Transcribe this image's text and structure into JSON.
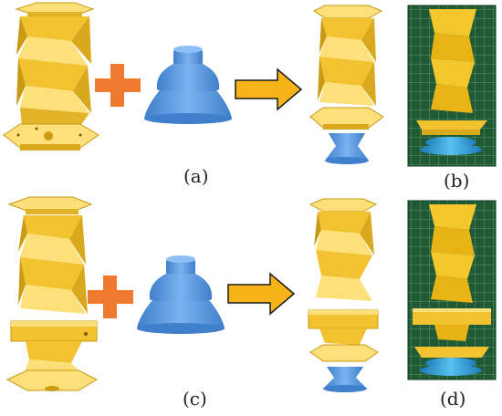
{
  "captions": {
    "a": "(a)",
    "b": "(b)",
    "c": "(c)",
    "d": "(d)"
  },
  "colors": {
    "origami_yellow": "#f2c230",
    "origami_shadow": "#c99a14",
    "origami_light": "#fde079",
    "plus_orange": "#ee7a30",
    "cup_blue": "#5b9be6",
    "cup_blue_dark": "#3f7fcb",
    "arrow_fill": "#f7b418",
    "arrow_stroke": "#1a1a1a",
    "photo_green": "#1f5a34",
    "photo_grid": "#6fa57c"
  },
  "icons": [
    "plus-icon",
    "right-arrow-icon",
    "suction-cup-icon"
  ]
}
